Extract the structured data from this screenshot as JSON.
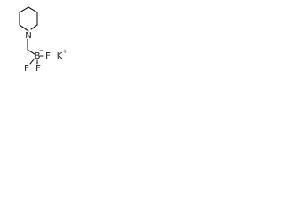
{
  "molecule": {
    "atoms": {
      "nitrogen": "N",
      "boron": "B",
      "fluorine": "F",
      "potassium": "K"
    },
    "charges": {
      "boron": "−",
      "potassium": "+"
    }
  }
}
